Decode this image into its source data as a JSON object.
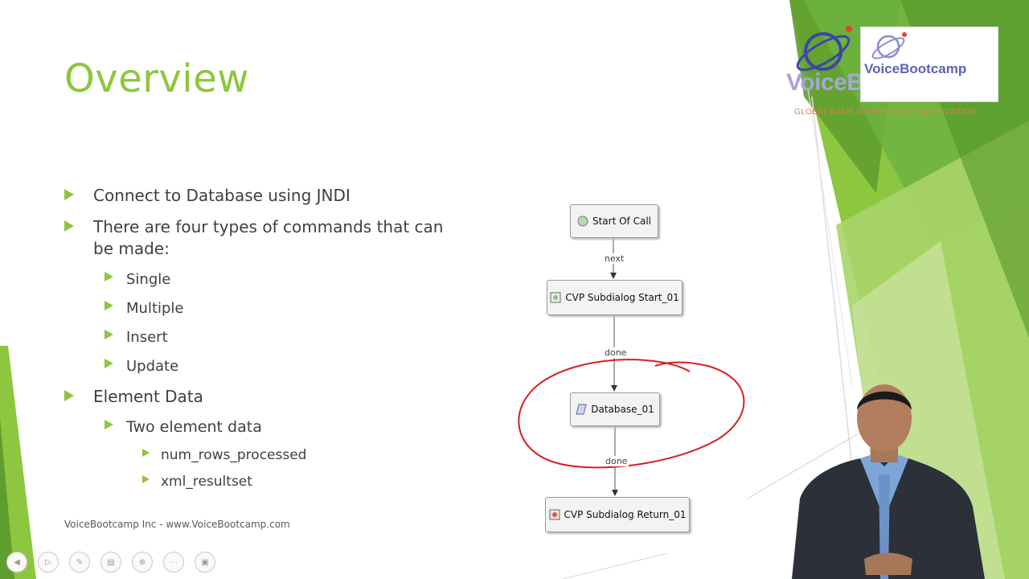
{
  "slide": {
    "title": "Overview",
    "footer": "VoiceBootcamp Inc - www.VoiceBootcamp.com"
  },
  "bullets": [
    {
      "level": 1,
      "text": "Connect to Database using JNDI"
    },
    {
      "level": 1,
      "text": "There are four types of commands that can be made:"
    },
    {
      "level": 2,
      "text": "Single"
    },
    {
      "level": 2,
      "text": "Multiple"
    },
    {
      "level": 2,
      "text": "Insert"
    },
    {
      "level": 2,
      "text": "Update"
    },
    {
      "level": 1,
      "text": "Element Data"
    },
    {
      "level": 2,
      "text": "Two element data"
    },
    {
      "level": 3,
      "text": "num_rows_processed"
    },
    {
      "level": 3,
      "text": "xml_resultset"
    }
  ],
  "diagram": {
    "nodes": [
      {
        "label": "Start Of Call",
        "icon": "start-circle-icon"
      },
      {
        "label": "CVP Subdialog Start_01",
        "icon": "subdialog-start-icon"
      },
      {
        "label": "Database_01",
        "icon": "database-element-icon"
      },
      {
        "label": "CVP Subdialog Return_01",
        "icon": "subdialog-return-icon"
      }
    ],
    "edges": [
      "next",
      "done",
      "done"
    ],
    "annotation": "red hand-drawn circle around Database_01"
  },
  "logo": {
    "brand": "VoiceBootcamp",
    "brand_inset": "VoiceBootcamp",
    "tagline": "GLOBAL NAME IN UNIFIED COMMUNICATION"
  },
  "controls": [
    {
      "icon": "previous-slide-icon"
    },
    {
      "icon": "next-slide-icon"
    },
    {
      "icon": "pen-tool-icon"
    },
    {
      "icon": "slides-grid-icon"
    },
    {
      "icon": "zoom-icon"
    },
    {
      "icon": "more-options-icon"
    },
    {
      "icon": "presenter-view-icon"
    }
  ],
  "colors": {
    "accent_green": "#8dc63f",
    "annotation_red": "#d42020",
    "body_text": "#404040"
  }
}
